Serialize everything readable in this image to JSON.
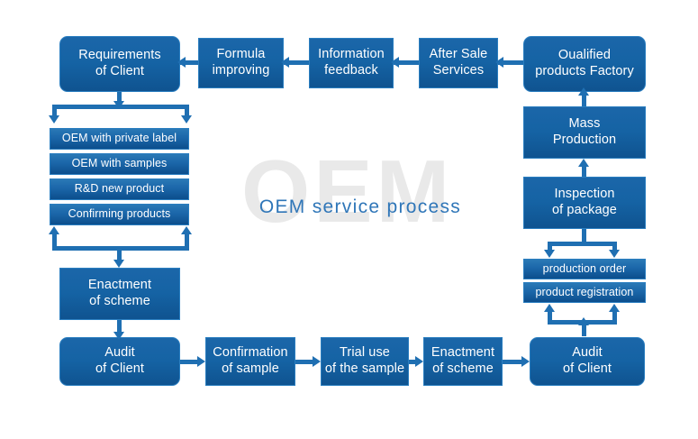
{
  "diagram": {
    "title": "OEM service process",
    "watermark": "OEM",
    "accent_color": "#1563a4",
    "connector_color": "#1f6fb2",
    "background_color": "#ffffff",
    "watermark_color": "#e9e9e9",
    "title_color": "#2f76b8"
  },
  "nodes": {
    "requirements_of_client": {
      "line1": "Requirements",
      "line2": "of Client"
    },
    "formula_improving": {
      "line1": "Formula",
      "line2": "improving"
    },
    "information_feedback": {
      "line1": "Information",
      "line2": "feedback"
    },
    "after_sale_services": {
      "line1": "After Sale",
      "line2": "Services"
    },
    "qualified_products_factory": {
      "line1": "Oualified",
      "line2": "products Factory"
    },
    "oem_private_label": {
      "line1": "OEM with private label"
    },
    "oem_with_samples": {
      "line1": "OEM with samples"
    },
    "rd_new_product": {
      "line1": "R&D new product"
    },
    "confirming_products": {
      "line1": "Confirming products"
    },
    "enactment_of_scheme_left": {
      "line1": "Enactment",
      "line2": "of scheme"
    },
    "audit_of_client_left": {
      "line1": "Audit",
      "line2": "of Client"
    },
    "confirmation_of_sample": {
      "line1": "Confirmation",
      "line2": "of sample"
    },
    "trial_use_of_sample": {
      "line1": "Trial use",
      "line2": "of the sample"
    },
    "enactment_of_scheme_bottom": {
      "line1": "Enactment",
      "line2": "of scheme"
    },
    "audit_of_client_right": {
      "line1": "Audit",
      "line2": "of Client"
    },
    "mass_production": {
      "line1": "Mass",
      "line2": "Production"
    },
    "inspection_of_package": {
      "line1": "Inspection",
      "line2": "of package"
    },
    "production_order": {
      "line1": "production order"
    },
    "product_registration": {
      "line1": "product registration"
    }
  },
  "flow": {
    "top_row_order": [
      "Oualified products Factory",
      "After Sale Services",
      "Information feedback",
      "Formula improving",
      "Requirements of Client"
    ],
    "bottom_row_order": [
      "Audit of Client",
      "Confirmation of sample",
      "Trial use of the sample",
      "Enactment of scheme",
      "Audit of Client"
    ],
    "left_branch_items": [
      "OEM with private label",
      "OEM with samples",
      "R&D new product",
      "Confirming products"
    ],
    "right_branch_items": [
      "production order",
      "product registration"
    ],
    "right_column_order": [
      "Audit of Client",
      "production order / product registration",
      "Inspection of package",
      "Mass Production",
      "Oualified products Factory"
    ]
  }
}
